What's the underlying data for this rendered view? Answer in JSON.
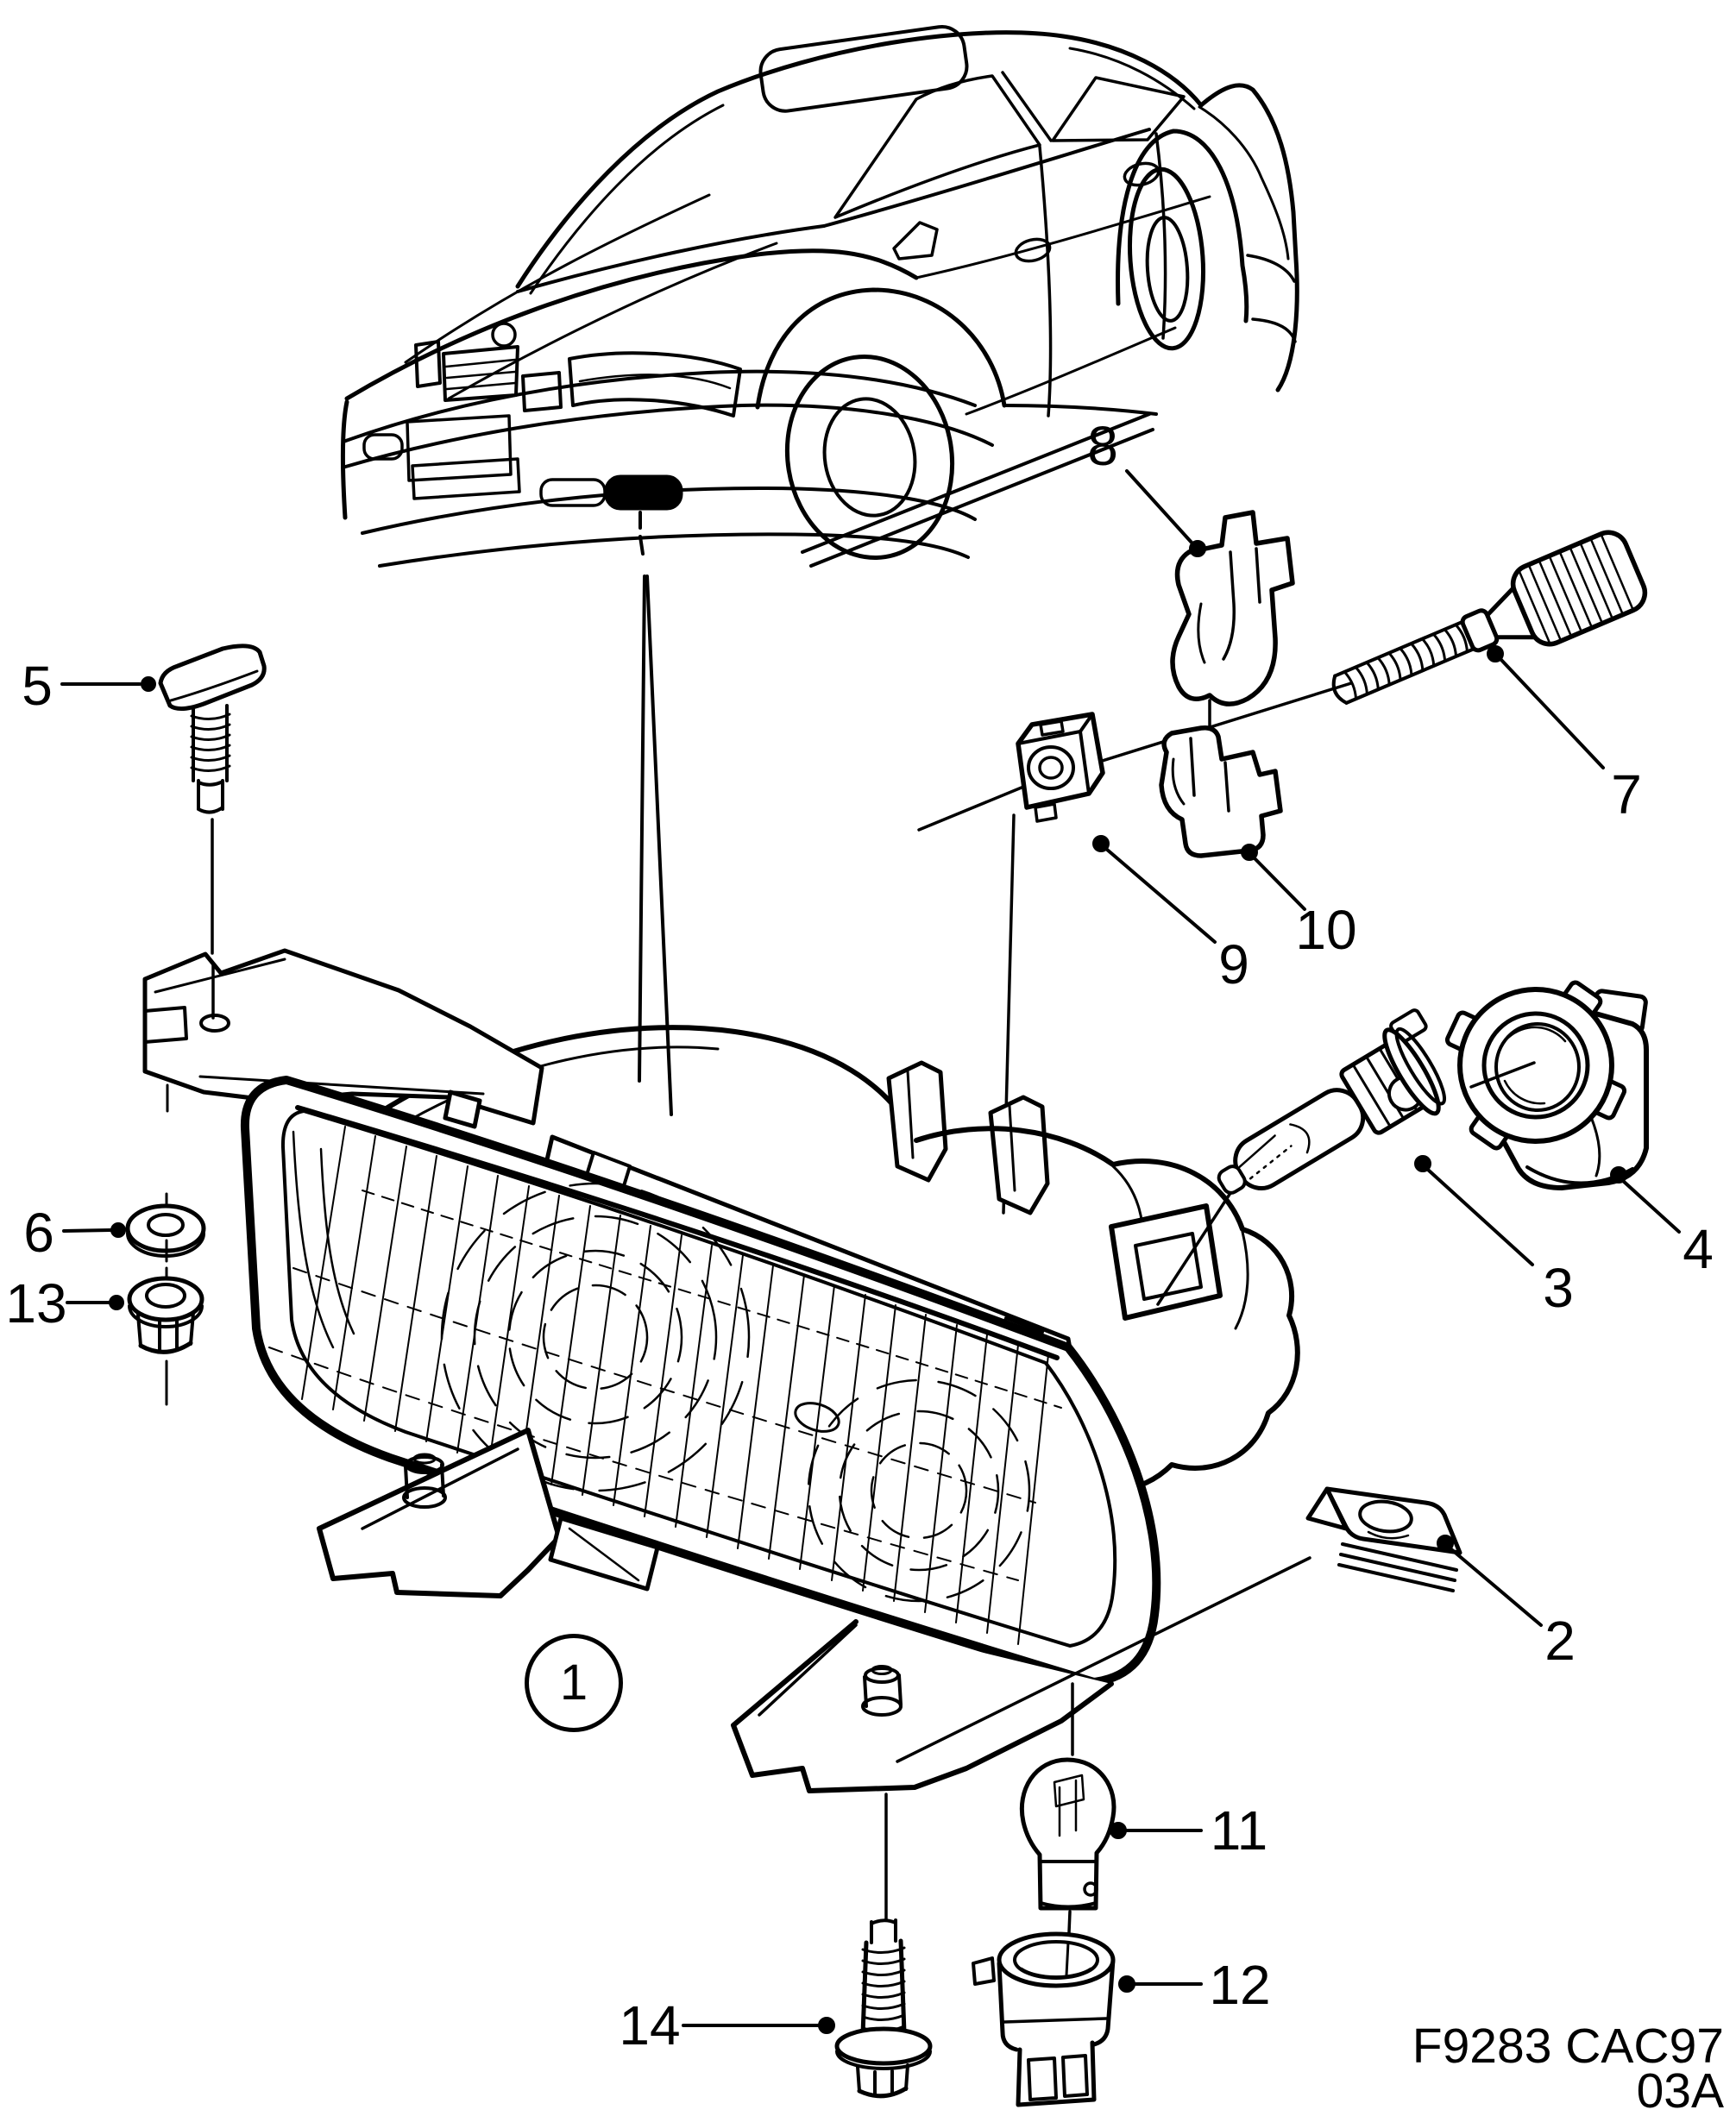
{
  "document": {
    "kind": "exploded parts diagram",
    "background": "#ffffff",
    "ink": "#000000"
  },
  "callouts": {
    "c1": {
      "label": "1",
      "circled": true
    },
    "c2": {
      "label": "2",
      "circled": false
    },
    "c3": {
      "label": "3",
      "circled": false
    },
    "c4": {
      "label": "4",
      "circled": false
    },
    "c5": {
      "label": "5",
      "circled": false
    },
    "c6": {
      "label": "6",
      "circled": false
    },
    "c7": {
      "label": "7",
      "circled": false
    },
    "c8": {
      "label": "8",
      "circled": false
    },
    "c9": {
      "label": "9",
      "circled": false
    },
    "c10": {
      "label": "10",
      "circled": false
    },
    "c11": {
      "label": "11",
      "circled": false
    },
    "c12": {
      "label": "12",
      "circled": false
    },
    "c13": {
      "label": "13",
      "circled": false
    },
    "c14": {
      "label": "14",
      "circled": false
    }
  },
  "footer": {
    "code": "F9283 CAC97",
    "sheet": "03A"
  }
}
